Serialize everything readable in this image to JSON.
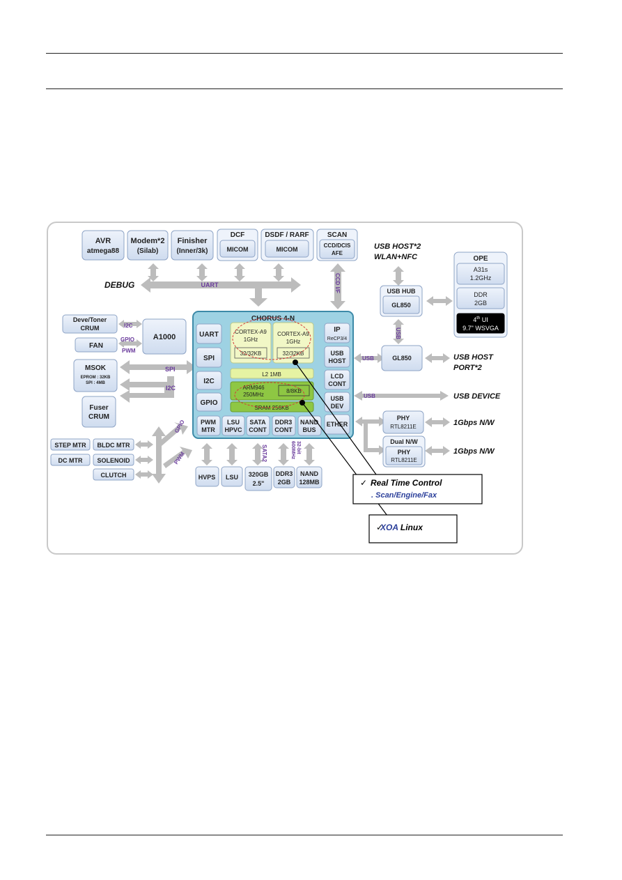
{
  "diagram": {
    "blocks": {
      "avr": [
        "AVR",
        "atmega88"
      ],
      "modem": [
        "Modem*2",
        "(Silab)"
      ],
      "finisher": [
        "Finisher",
        "(Inner/3k)"
      ],
      "dcf": "DCF",
      "dcf_micom": "MICOM",
      "dsdf": "DSDF / RARF",
      "dsdf_micom": "MICOM",
      "scan": "SCAN",
      "scan_afe": [
        "CCD/DCIS",
        "AFE"
      ],
      "deve": [
        "Deve/Toner",
        "CRUM"
      ],
      "fan": "FAN",
      "a1000": "A1000",
      "msok": "MSOK",
      "msok_sub": [
        "EPROM : 32KB",
        "SPI : 4MB"
      ],
      "fuser": [
        "Fuser",
        "CRUM"
      ],
      "step_mtr": "STEP MTR",
      "dc_mtr": "DC MTR",
      "bldc_mtr": "BLDC MTR",
      "solenoid": "SOLENOID",
      "clutch": "CLUTCH",
      "hvps": "HVPS",
      "lsu": "LSU",
      "hdd": [
        "320GB",
        "2.5\""
      ],
      "ddr3": [
        "DDR3",
        "2GB"
      ],
      "nand": [
        "NAND",
        "128MB"
      ],
      "usb_hub": "USB HUB",
      "gl850_hub": "GL850",
      "gl850": "GL850",
      "phy1": [
        "PHY",
        "RTL8211E"
      ],
      "dual_nw": "Dual N/W",
      "phy2": [
        "PHY",
        "RTL8211E"
      ],
      "ope": "OPE",
      "ope_cpu": [
        "A31s",
        "1.2GHz"
      ],
      "ope_ddr": [
        "DDR",
        "2GB"
      ],
      "ope_ui_a": "4",
      "ope_ui_sup": "th",
      "ope_ui_b": " UI",
      "ope_ui_line2": "9.7\" WSVGA"
    },
    "chip": {
      "title": "CHORUS 4-N",
      "left_col": [
        "UART",
        "SPI",
        "I2C",
        "GPIO"
      ],
      "bottom": [
        [
          "PWM",
          "MTR"
        ],
        [
          "LSU",
          "HPVC"
        ],
        [
          "SATA",
          "CONT"
        ],
        [
          "DDR3",
          "CONT"
        ],
        [
          "NAND",
          "BUS"
        ]
      ],
      "right_col": [
        [
          "IP",
          "ReCP3/4"
        ],
        [
          "USB",
          "HOST"
        ],
        [
          "LCD",
          "CONT"
        ],
        [
          "USB",
          "DEV"
        ],
        [
          "ETHER"
        ]
      ],
      "core1": [
        "CORTEX-A9",
        "1GHz"
      ],
      "core1_cache": "32/32KB",
      "core2": [
        "CORTEX-A9",
        "1GHz"
      ],
      "core2_cache": "32/32KB",
      "l2": "L2 1MB",
      "arm946": [
        "ARM946",
        "250MHz"
      ],
      "arm_cache": "8/8KB",
      "sram": "SRAM 256KB"
    },
    "buses": {
      "uart": "UART",
      "debug": "DEBUG",
      "ccd_if": "CCD I/F",
      "i2c_a": "I2C",
      "gpio_a": "GPIO",
      "pwm_a": "PWM",
      "spi": "SPI",
      "i2c_b": "I2C",
      "gpio_b": "GPIO",
      "pwm_b": "PWM",
      "usb_hub_link": "USB",
      "usb_host_link": "USB",
      "usb_dev_link": "USB",
      "sata2": "SATA2",
      "nand_bus": [
        "32-bit",
        "600MHz"
      ]
    },
    "external": {
      "usb_host2": [
        "USB HOST*2",
        "WLAN+NFC"
      ],
      "usb_host_port": [
        "USB HOST",
        "PORT*2"
      ],
      "usb_device": "USB DEVICE",
      "gbps1": "1Gbps N/W",
      "gbps2": "1Gbps N/W"
    },
    "callouts": {
      "check": "✓",
      "rt_title": "Real Time Control",
      "rt_sub": ". Scan/Engine/Fax",
      "xoa_a": "XOA",
      "xoa_b": " Linux"
    },
    "colors": {
      "block_fill": "#dbe5f3",
      "block_stroke": "#8ea4c6",
      "chip_fill": "#9ed2e3",
      "chip_stroke": "#3d8aa8",
      "core_fill": "#f1f7c6",
      "l2_fill": "#e6f3a3",
      "arm_fill": "#8ec743",
      "arrow": "#b9b9b9",
      "bus_label": "#6a3b9c",
      "ope_dark": "#000000"
    }
  }
}
